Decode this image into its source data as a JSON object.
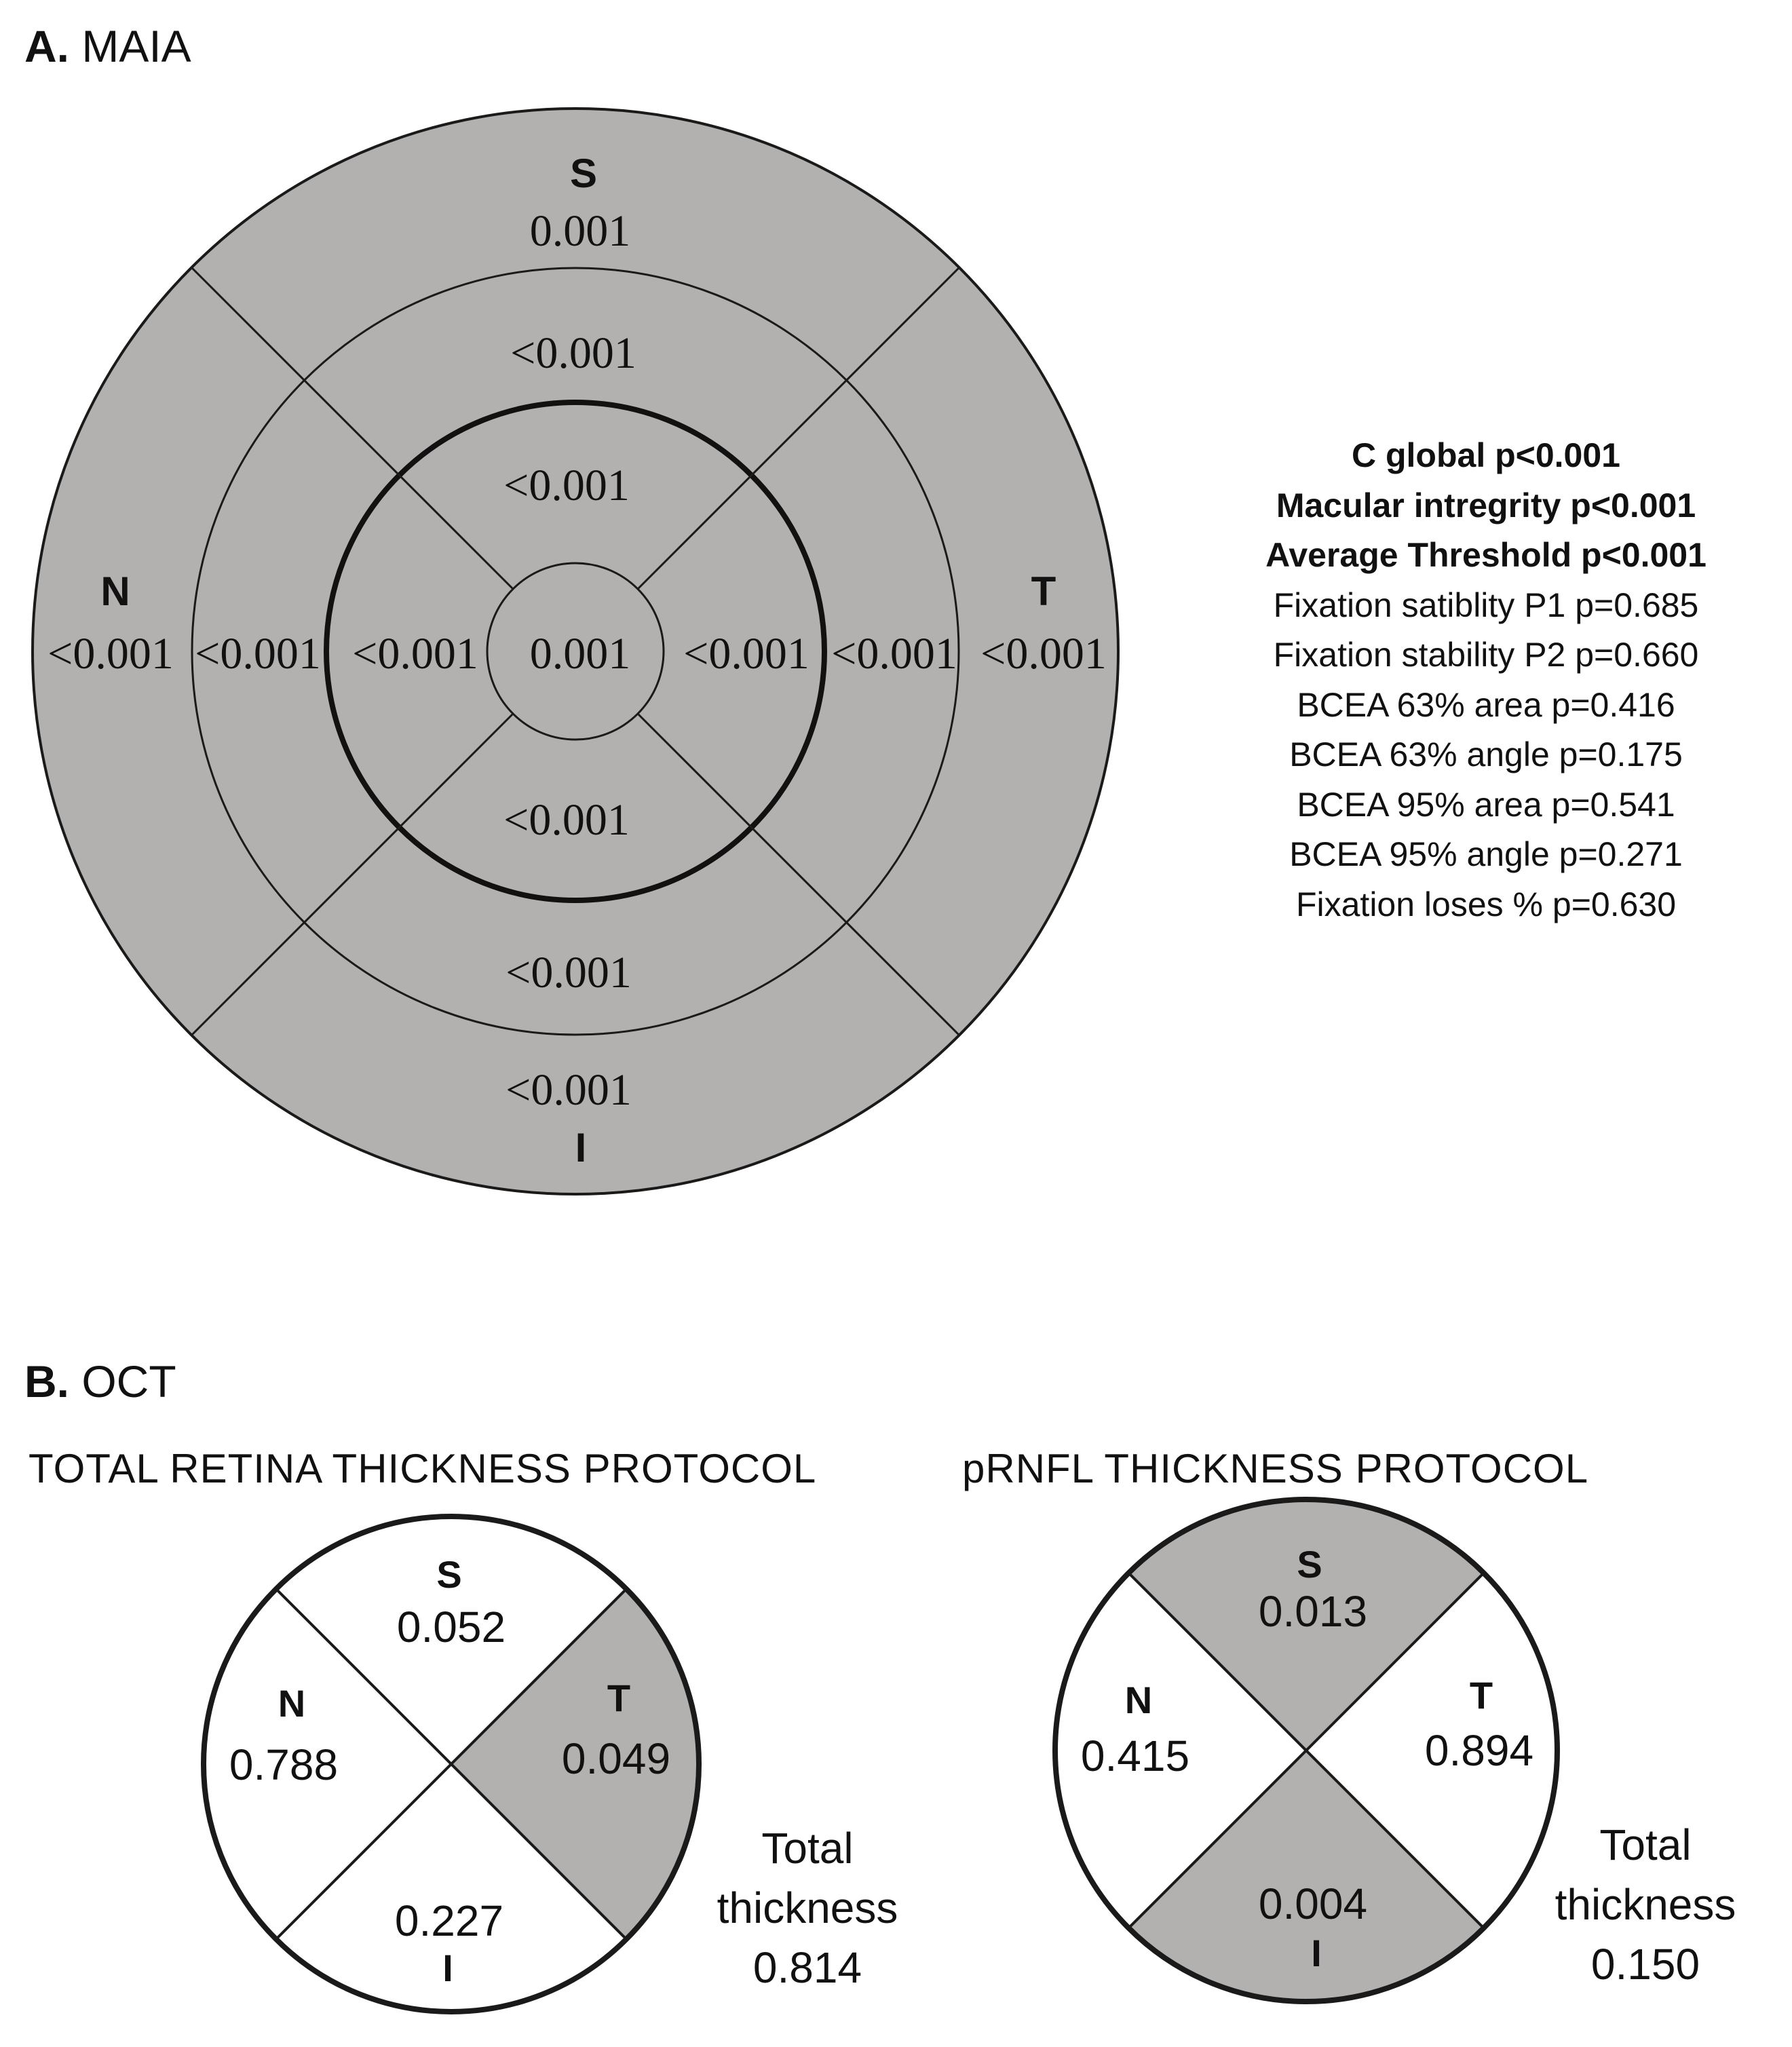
{
  "panel_a": {
    "letter": "A.",
    "title": "MAIA",
    "sectors": {
      "S": "S",
      "N": "N",
      "T": "T",
      "I": "I"
    },
    "values": {
      "outer_superior": "0.001",
      "middle_superior": "<0.001",
      "inner_superior": "<0.001",
      "center": "0.001",
      "outer_nasal": "<0.001",
      "middle_nasal": "<0.001",
      "inner_nasal": "<0.001",
      "inner_temporal": "<0.001",
      "middle_temporal": "<0.001",
      "outer_temporal": "<0.001",
      "inner_inferior": "<0.001",
      "middle_inferior": "<0.001",
      "outer_inferior": "<0.001"
    },
    "stats": [
      {
        "text": "C global p<0.001",
        "bold": true
      },
      {
        "text": "Macular intregrity p<0.001",
        "bold": true
      },
      {
        "text": "Average Threshold p<0.001",
        "bold": true
      },
      {
        "text": "Fixation satiblity P1 p=0.685",
        "bold": false
      },
      {
        "text": "Fixation stability P2 p=0.660",
        "bold": false
      },
      {
        "text": "BCEA 63% area p=0.416",
        "bold": false
      },
      {
        "text": "BCEA 63% angle  p=0.175",
        "bold": false
      },
      {
        "text": "BCEA 95% area p=0.541",
        "bold": false
      },
      {
        "text": "BCEA 95% angle p=0.271",
        "bold": false
      },
      {
        "text": "Fixation  loses %  p=0.630",
        "bold": false
      }
    ],
    "colors": {
      "fill": "#b3b1b0",
      "line": "#1a1a1a"
    }
  },
  "panel_b": {
    "letter": "B.",
    "title": "OCT",
    "total_retina": {
      "title": "TOTAL RETINA THICKNESS PROTOCOL",
      "S_label": "S",
      "S_value": "0.052",
      "N_label": "N",
      "N_value": "0.788",
      "T_label": "T",
      "T_value": "0.049",
      "I_label": "I",
      "I_value": "0.227",
      "shaded": [
        "T"
      ],
      "total_label_1": "Total",
      "total_label_2": "thickness",
      "total_value": "0.814"
    },
    "prnfl": {
      "title": "pRNFL THICKNESS PROTOCOL",
      "S_label": "S",
      "S_value": "0.013",
      "N_label": "N",
      "N_value": "0.415",
      "T_label": "T",
      "T_value": "0.894",
      "I_label": "I",
      "I_value": "0.004",
      "shaded": [
        "S",
        "I"
      ],
      "total_label_1": "Total",
      "total_label_2": "thickness",
      "total_value": "0.150"
    },
    "colors": {
      "shade": "#b3b1b0",
      "white": "#ffffff",
      "line": "#1a1a1a"
    }
  }
}
